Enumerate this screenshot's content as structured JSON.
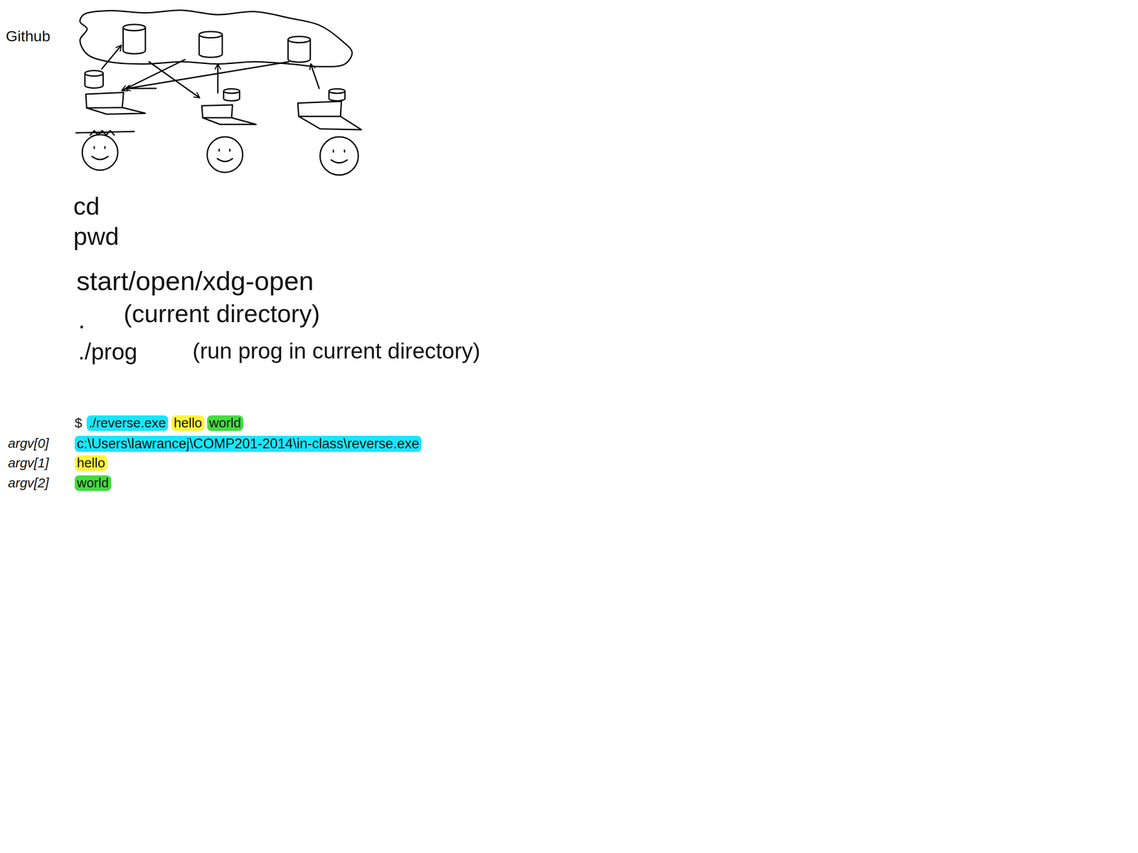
{
  "diagram": {
    "nodes": [
      {
        "text": [
          "Github"
        ]
      }
    ],
    "labels": [
      "cd",
      "pwd",
      "start/open/xdg-open",
      ".",
      "(current directory)",
      "./prog",
      "(run prog in current directory)",
      "$",
      "./reverse.exe",
      "hello",
      "world",
      "argv[0]",
      "c:\\Users\\lawrancej\\COMP201-2014\\in-class\\reverse.exe",
      "argv[1]",
      "hello",
      "argv[2]",
      "world"
    ]
  }
}
